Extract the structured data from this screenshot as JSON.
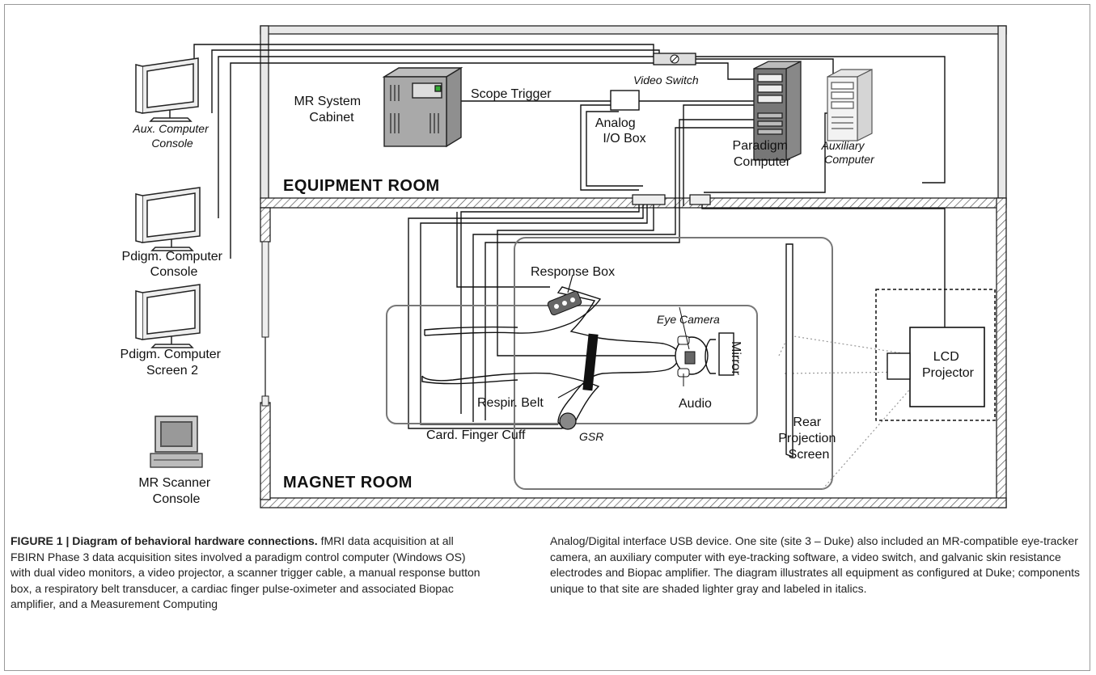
{
  "diagram": {
    "rooms": {
      "equipment": "EQUIPMENT ROOM",
      "magnet": "MAGNET ROOM"
    },
    "labels": {
      "aux_console": [
        "Aux. Computer",
        "Console"
      ],
      "pdigm_console": [
        "Pdigm. Computer",
        "Console"
      ],
      "pdigm_screen2": [
        "Pdigm. Computer",
        "Screen 2"
      ],
      "mr_scanner_console": [
        "MR Scanner",
        "Console"
      ],
      "mr_system_cabinet": [
        "MR System",
        "Cabinet"
      ],
      "scope_trigger": "Scope Trigger",
      "analog_io": [
        "Analog",
        "I/O Box"
      ],
      "video_switch": "Video Switch",
      "paradigm_computer": [
        "Paradigm",
        "Computer"
      ],
      "auxiliary_computer": [
        "Auxiliary",
        "Computer"
      ],
      "response_box": "Response Box",
      "eye_camera": "Eye Camera",
      "mirror": "Mirror",
      "audio": "Audio",
      "respir_belt": "Respir. Belt",
      "card_finger_cuff": "Card. Finger Cuff",
      "gsr": "GSR",
      "rear_projection": [
        "Rear",
        "Projection",
        "Screen"
      ],
      "lcd_projector": [
        "LCD",
        "Projector"
      ]
    }
  },
  "caption": {
    "title": "FIGURE 1 | Diagram of behavioral hardware connections.",
    "left_text": " fMRI data acquisition at all FBIRN Phase 3 data acquisition sites involved a paradigm control computer (Windows OS) with dual video monitors, a video projector, a scanner trigger cable, a manual response button box, a respiratory belt transducer, a cardiac finger pulse-oximeter and associated Biopac amplifier, and a Measurement Computing",
    "right_text": "Analog/Digital interface USB device. One site (site 3 – Duke) also included an MR-compatible eye-tracker camera, an auxiliary computer with eye-tracking software, a video switch, and galvanic skin resistance electrodes and Biopac amplifier. The diagram illustrates all equipment as configured at Duke; components unique to that site are shaded lighter gray and labeled in italics."
  }
}
